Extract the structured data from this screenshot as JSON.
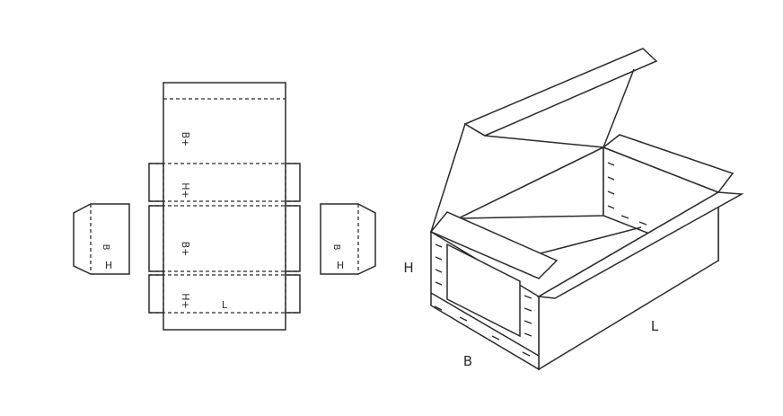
{
  "dieline": {
    "panel_top_label": "B+",
    "flap_upper_label": "H+",
    "panel_middle_label": "B+",
    "flap_lower_label": "H+",
    "length_label": "L",
    "side_left_b": "B",
    "side_left_h": "H",
    "side_right_b": "B",
    "side_right_h": "H"
  },
  "box": {
    "height_label": "H",
    "width_label": "B",
    "length_label": "L"
  }
}
